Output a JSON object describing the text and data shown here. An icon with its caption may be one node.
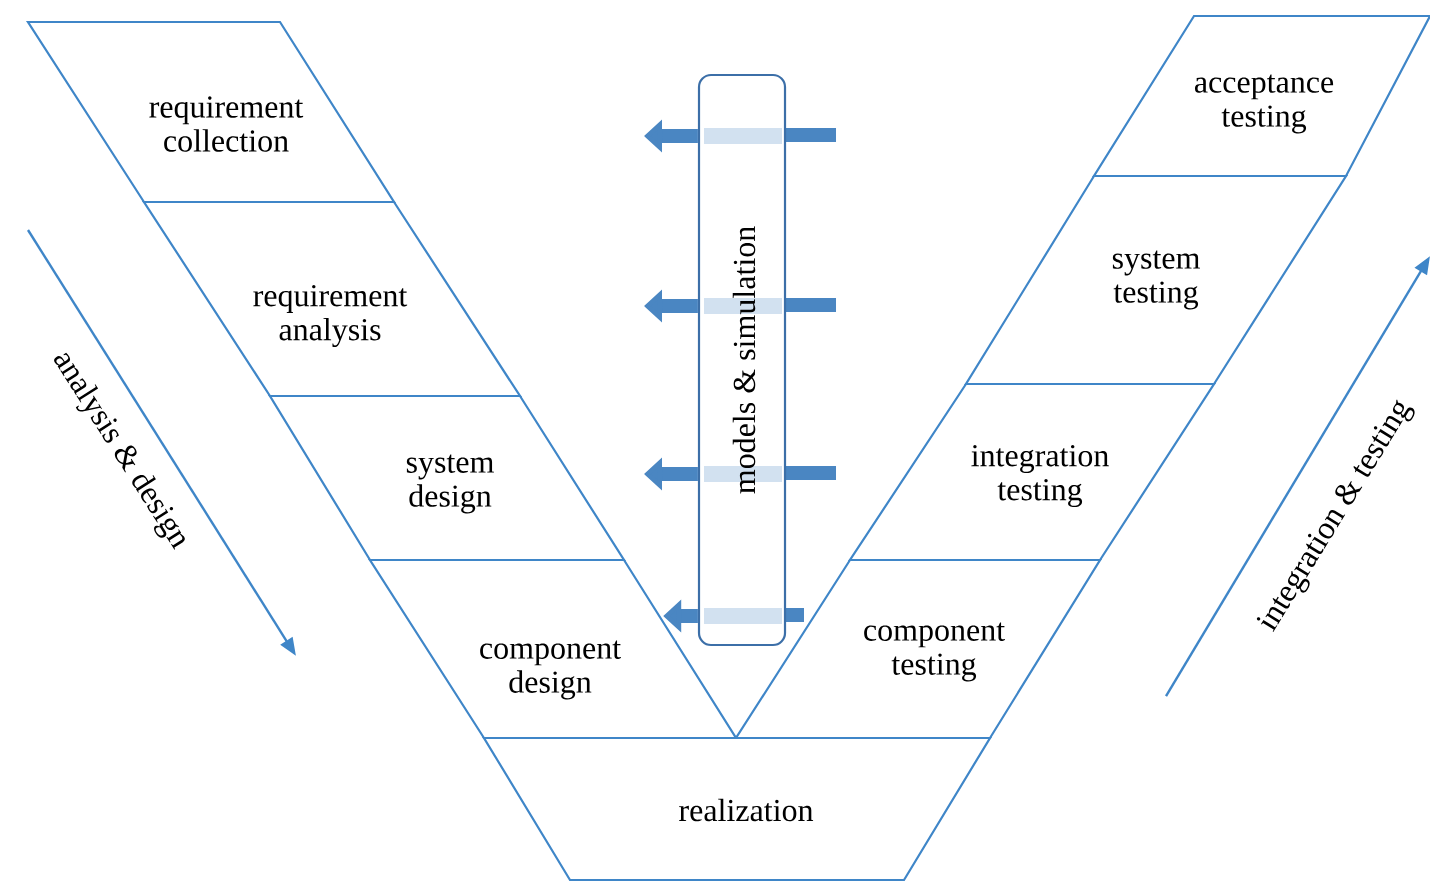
{
  "diagram": {
    "nodes": [
      {
        "text": [
          "requirement collection"
        ]
      },
      {
        "text": [
          "requirement analysis"
        ]
      },
      {
        "text": [
          "system design"
        ]
      },
      {
        "text": [
          "component design"
        ]
      },
      {
        "text": [
          "realization"
        ]
      },
      {
        "text": [
          "acceptance testing"
        ]
      },
      {
        "text": [
          "system testing"
        ]
      },
      {
        "text": [
          "integration testing"
        ]
      },
      {
        "text": [
          "component testing"
        ]
      },
      {
        "text": [
          "models & simulation"
        ]
      }
    ],
    "edges": [
      {
        "from": 9,
        "to": null,
        "arrow": "to"
      },
      {
        "from": 9,
        "to": null,
        "arrow": "to"
      },
      {
        "from": 9,
        "to": null,
        "arrow": "to"
      },
      {
        "from": 9,
        "to": 3,
        "arrow": "to"
      }
    ],
    "labels": [
      "analysis & design",
      "integration & testing"
    ]
  }
}
